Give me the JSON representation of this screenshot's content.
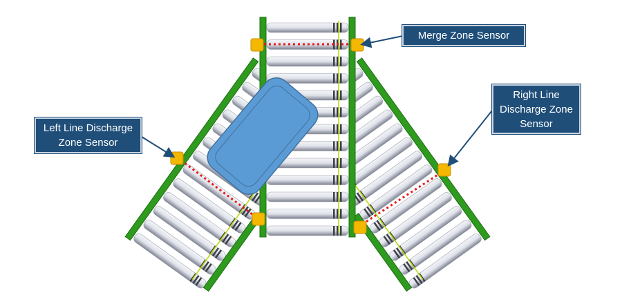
{
  "labels": {
    "merge": "Merge Zone Sensor",
    "left": "Left Line Discharge Zone Sensor",
    "right": "Right Line Discharge Zone Sensor"
  },
  "colors": {
    "rail": "#2e9a1e",
    "sensor": "#f5b800",
    "beam": "#e81818",
    "package": "#5b9bd5",
    "callout": "#1f4e79"
  }
}
